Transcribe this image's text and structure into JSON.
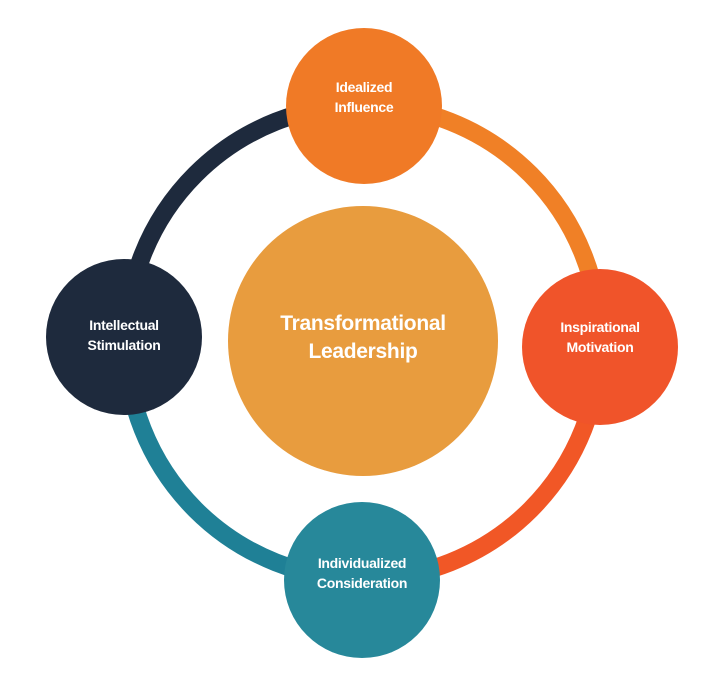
{
  "diagram": {
    "background": "#FFFFFF",
    "text_color": "#FFFFFF",
    "center": {
      "label": "Transformational Leadership",
      "line1": "Transformational",
      "line2": "Leadership",
      "color": "#E89C3E"
    },
    "nodes": [
      {
        "id": "idealized-influence",
        "position": "top",
        "label": "Idealized Influence",
        "line1": "Idealized",
        "line2": "Influence",
        "color": "#F07A26"
      },
      {
        "id": "inspirational-motivation",
        "position": "right",
        "label": "Inspirational Motivation",
        "line1": "Inspirational",
        "line2": "Motivation",
        "color": "#F0542A"
      },
      {
        "id": "individualized-consideration",
        "position": "bottom",
        "label": "Individualized Consideration",
        "line1": "Individualized",
        "line2": "Consideration",
        "color": "#27889A"
      },
      {
        "id": "intellectual-stimulation",
        "position": "left",
        "label": "Intellectual Stimulation",
        "line1": "Intellectual",
        "line2": "Stimulation",
        "color": "#1E2A3D"
      }
    ],
    "ring": {
      "segments": [
        {
          "id": "arc-left-to-top",
          "quadrant": "top-left",
          "color": "#1E2A3D"
        },
        {
          "id": "arc-top-to-right",
          "quadrant": "top-right",
          "color": "#F08026"
        },
        {
          "id": "arc-right-to-bottom",
          "quadrant": "bottom-right",
          "color": "#F15726"
        },
        {
          "id": "arc-bottom-to-left",
          "quadrant": "bottom-left",
          "color": "#1F8096"
        }
      ]
    }
  }
}
